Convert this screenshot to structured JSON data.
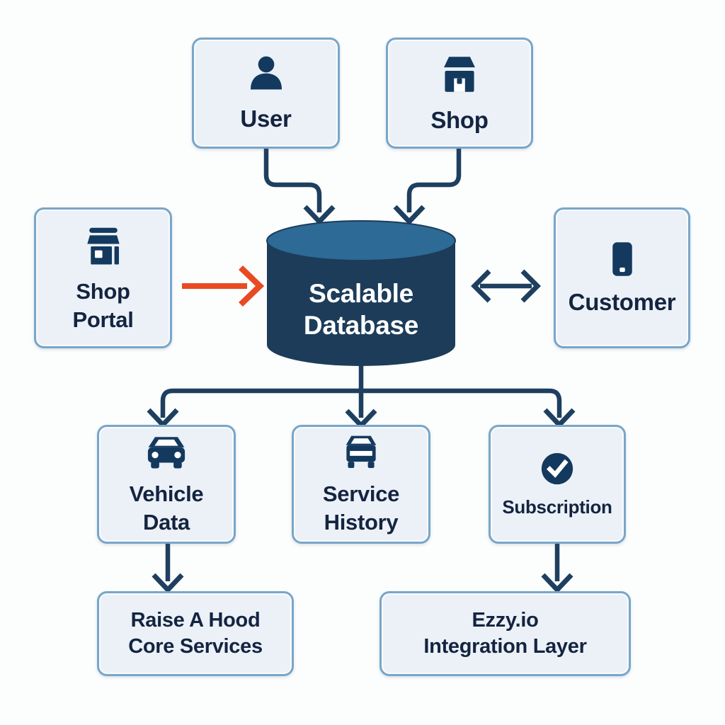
{
  "diagram_title": "",
  "palette": {
    "background": "#fcfdfd",
    "node_fill": "#ebf1f7",
    "node_border": "#79a6c8",
    "text_dark": "#142440",
    "icon_navy": "#14395e",
    "arrow_navy": "#1e3f5f",
    "arrow_orange": "#e84a21",
    "cylinder_top": "#2d6a96",
    "cylinder_body": "#1c3c5a",
    "cylinder_text": "#ffffff"
  },
  "nodes": {
    "user": {
      "label": "User",
      "icon": "user-icon"
    },
    "shop": {
      "label": "Shop",
      "icon": "storefront-icon"
    },
    "shop_portal": {
      "lines": [
        "Shop",
        "Portal"
      ],
      "icon": "storefront-door-icon"
    },
    "database": {
      "lines": [
        "Scalable",
        "Database"
      ],
      "shape": "cylinder"
    },
    "customer": {
      "label": "Customer",
      "icon": "smartphone-icon"
    },
    "vehicle_data": {
      "lines": [
        "Vehicle",
        "Data"
      ],
      "icon": "car-icon"
    },
    "service_history": {
      "lines": [
        "Service",
        "History"
      ],
      "icon": "car-front-icon"
    },
    "subscription": {
      "label": "Subscription",
      "icon": "check-circle-icon"
    },
    "raise_a_hood": {
      "lines": [
        "Raise A Hood",
        "Core Services"
      ]
    },
    "ezzy": {
      "lines": [
        "Ezzy.io",
        "Integration Layer"
      ]
    }
  },
  "edges": [
    {
      "from": "user",
      "to": "database",
      "color": "navy",
      "direction": "one-way"
    },
    {
      "from": "shop",
      "to": "database",
      "color": "navy",
      "direction": "one-way"
    },
    {
      "from": "shop_portal",
      "to": "database",
      "color": "orange",
      "direction": "one-way"
    },
    {
      "from": "database",
      "to": "customer",
      "color": "navy",
      "direction": "two-way"
    },
    {
      "from": "database",
      "to": "vehicle_data",
      "color": "navy",
      "direction": "one-way"
    },
    {
      "from": "database",
      "to": "service_history",
      "color": "navy",
      "direction": "one-way"
    },
    {
      "from": "database",
      "to": "subscription",
      "color": "navy",
      "direction": "one-way"
    },
    {
      "from": "vehicle_data",
      "to": "raise_a_hood",
      "color": "navy",
      "direction": "one-way"
    },
    {
      "from": "subscription",
      "to": "ezzy",
      "color": "navy",
      "direction": "one-way"
    }
  ]
}
